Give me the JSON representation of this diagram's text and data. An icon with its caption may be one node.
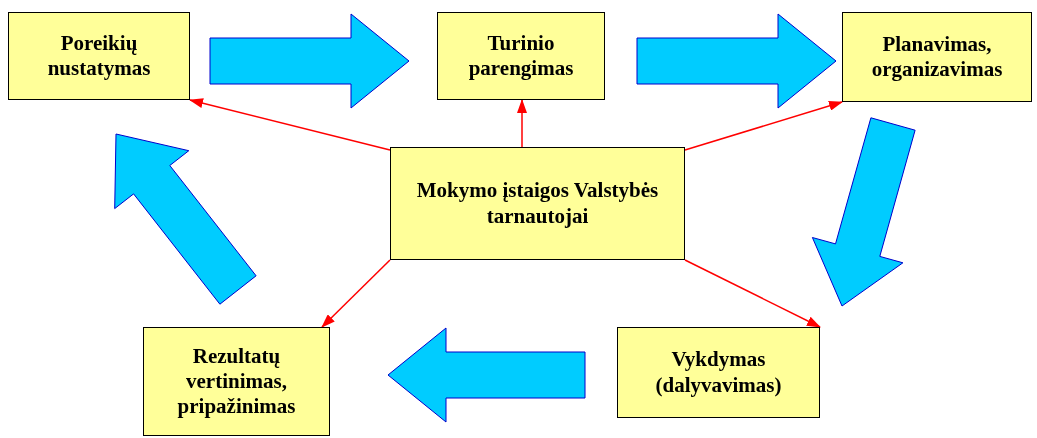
{
  "diagram": {
    "nodes": [
      {
        "text": [
          "Poreikių nustatymas"
        ]
      },
      {
        "text": [
          "Turinio parengimas"
        ]
      },
      {
        "text": [
          "Planavimas, organizavimas"
        ]
      },
      {
        "text": [
          "Mokymo įstaigos Valstybės tarnautojai"
        ]
      },
      {
        "text": [
          "Rezultatų vertinimas, pripažinimas"
        ]
      },
      {
        "text": [
          "Vykdymas (dalyvavimas)"
        ]
      }
    ],
    "edges": [
      {
        "from": 0,
        "to": 1,
        "arrow": "to",
        "style": "thick",
        "color": "#00ccff"
      },
      {
        "from": 1,
        "to": 2,
        "arrow": "to",
        "style": "thick",
        "color": "#00ccff"
      },
      {
        "from": 2,
        "to": 5,
        "arrow": "to",
        "style": "thick",
        "color": "#00ccff"
      },
      {
        "from": 5,
        "to": 4,
        "arrow": "to",
        "style": "thick",
        "color": "#00ccff"
      },
      {
        "from": 4,
        "to": 0,
        "arrow": "to",
        "style": "thick",
        "color": "#00ccff"
      },
      {
        "from": 3,
        "to": 0,
        "arrow": "to",
        "color": "#ff0000"
      },
      {
        "from": 3,
        "to": 1,
        "arrow": "to",
        "color": "#ff0000"
      },
      {
        "from": 3,
        "to": 2,
        "arrow": "to",
        "color": "#ff0000"
      },
      {
        "from": 3,
        "to": 4,
        "arrow": "to",
        "color": "#ff0000"
      },
      {
        "from": 3,
        "to": 5,
        "arrow": "to",
        "color": "#ff0000"
      }
    ]
  }
}
